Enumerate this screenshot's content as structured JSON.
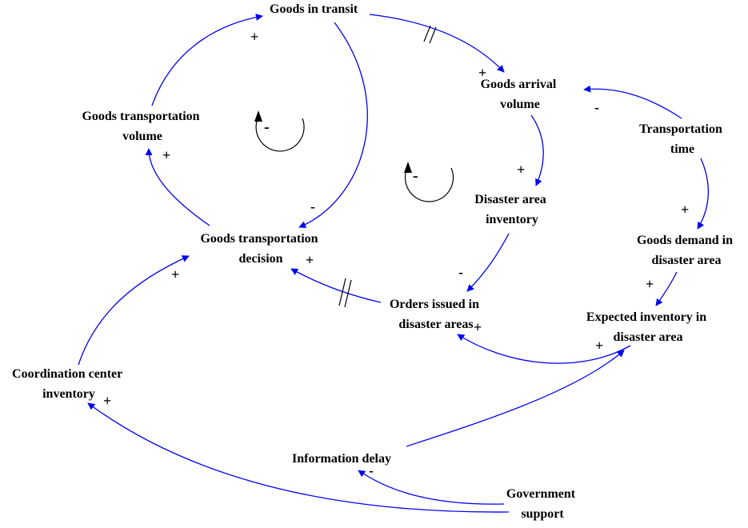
{
  "colors": {
    "link": "#0000ee",
    "text": "#000000"
  },
  "nodes": {
    "goods_in_transit": "Goods in transit",
    "goods_arrival_volume": [
      "Goods arrival",
      "volume"
    ],
    "goods_transportation_volume": [
      "Goods transportation",
      "volume"
    ],
    "transportation_time": [
      "Transportation",
      "time"
    ],
    "disaster_area_inventory": [
      "Disaster area",
      "inventory"
    ],
    "goods_transportation_decision": [
      "Goods transportation",
      "decision"
    ],
    "goods_demand": [
      "Goods demand in",
      "disaster area"
    ],
    "orders_issued": [
      "Orders issued in",
      "disaster areas"
    ],
    "expected_inventory": [
      "Expected inventory in",
      "disaster area"
    ],
    "coordination_center_inventory": [
      "Coordination center",
      "inventory"
    ],
    "information_delay": "Information delay",
    "government_support": [
      "Government",
      "support"
    ]
  },
  "polarities": {
    "transit_to_arrival": "+",
    "volume_to_transit": "+",
    "decision_to_volume": "+",
    "transit_to_decision": "-",
    "time_to_arrival": "-",
    "arrival_to_inventory": "+",
    "time_to_demand": "+",
    "inventory_to_orders": "-",
    "orders_to_decision": "+",
    "demand_to_expected": "+",
    "expected_to_orders": "+",
    "delay_to_expected": "+",
    "coordination_to_decision": "+",
    "support_to_coordination": "+",
    "support_to_delay": "-"
  },
  "loops": {
    "loop_left": "-",
    "loop_right": "-"
  },
  "icons": {
    "loop": "counter-clockwise-loop-icon",
    "delay": "double-slash-delay-icon"
  }
}
